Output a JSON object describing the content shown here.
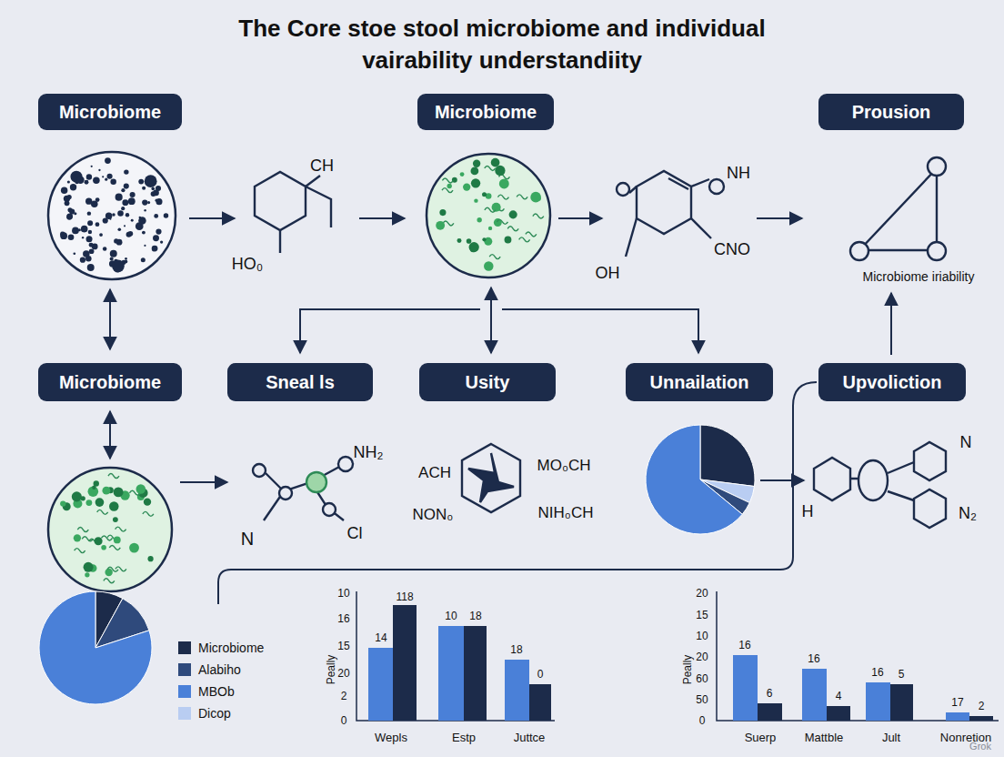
{
  "diagram": {
    "title": "The Core stoe stool microbiome and individual vairability understandiity",
    "nodes": [
      {
        "text": [
          "Microbiome"
        ]
      },
      {
        "text": [
          "Microbiome"
        ]
      },
      {
        "text": [
          "Prousion"
        ]
      },
      {
        "text": [
          "Microbiome"
        ]
      },
      {
        "text": [
          "Sneal ls"
        ]
      },
      {
        "text": [
          "Usity"
        ]
      },
      {
        "text": [
          "Unnailation"
        ]
      },
      {
        "text": [
          "Upvoliction"
        ]
      }
    ],
    "labels": [
      "CH",
      "HO₀",
      "NH",
      "OH",
      "CNO",
      "Microbiome iriability",
      "NH₂",
      "N",
      "Cl",
      "ACH",
      "MO₀CH",
      "NON₀",
      "NIH₀CH",
      "H",
      "N",
      "N₂",
      "10",
      "16",
      "15",
      "20",
      "2",
      "0",
      "Peally",
      "14",
      "118",
      "10",
      "18",
      "18",
      "0",
      "Wepls",
      "Estp",
      "Juttce",
      "20",
      "15",
      "10",
      "20",
      "60",
      "50",
      "0",
      "Peally",
      "16",
      "6",
      "16",
      "4",
      "16",
      "5",
      "17",
      "2",
      "Suerp",
      "Mattble",
      "Jult",
      "Nonretion",
      "Grok"
    ],
    "legend": [
      {
        "text": "Microbiome",
        "color": "#1c2b4a"
      },
      {
        "text": "Alabiho",
        "color": "#2f4a7c"
      },
      {
        "text": "MBOb",
        "color": "#4a80d8"
      },
      {
        "text": "Dicop",
        "color": "#b9cdf2"
      }
    ]
  }
}
